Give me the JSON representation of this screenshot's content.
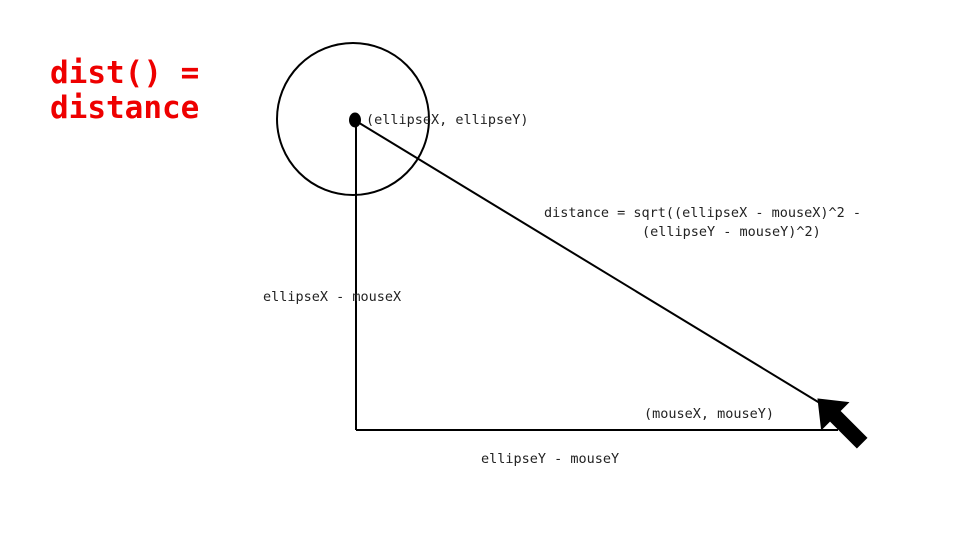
{
  "slide": {
    "title_line1": "dist() =",
    "title_line2": "distance",
    "title_color": "#ee0000"
  },
  "diagram": {
    "ellipse_point_label": "(ellipseX, ellipseY)",
    "mouse_point_label": "(mouseX, mouseY)",
    "vertical_side_label": "ellipseX - mouseX",
    "horizontal_side_label": "ellipseY - mouseY",
    "formula_line1": "distance = sqrt((ellipseX - mouseX)^2 -",
    "formula_line2": "(ellipseY - mouseY)^2)",
    "cursor_icon": "arrow-cursor-icon",
    "stroke_color": "#000000"
  }
}
